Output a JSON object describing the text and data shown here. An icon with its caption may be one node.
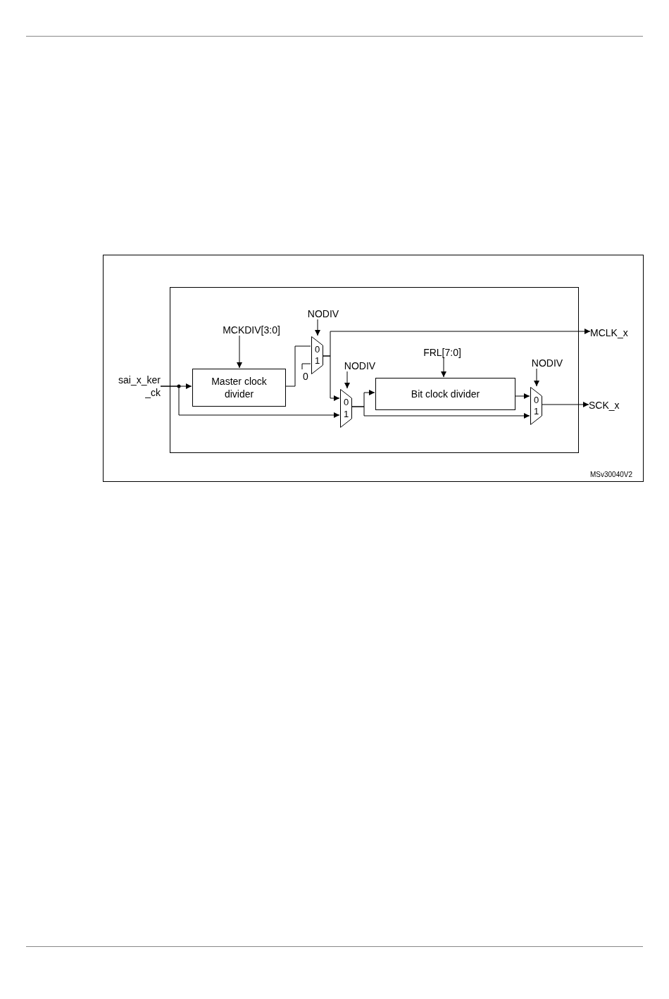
{
  "diagram": {
    "nodes": [
      {
        "text": [],
        "shape": "box"
      },
      {
        "text": [
          "sai_x_ker _ck"
        ]
      },
      {
        "text": [
          "MCKDIV[3:0]"
        ],
        "in": 0
      },
      {
        "text": [
          "Master clock divider"
        ],
        "in": 0
      },
      {
        "text": [
          "NODIV"
        ],
        "in": 0
      },
      {
        "text": [
          "0",
          "1"
        ],
        "in": 0
      },
      {
        "text": [
          "0"
        ],
        "in": 0
      },
      {
        "text": [
          "NODIV"
        ],
        "in": 0
      },
      {
        "text": [
          "0",
          "1"
        ],
        "in": 0
      },
      {
        "text": [
          "FRL[7:0]"
        ],
        "in": 0
      },
      {
        "text": [
          "Bit clock divider"
        ],
        "in": 0
      },
      {
        "text": [
          "NODIV"
        ],
        "in": 0
      },
      {
        "text": [
          "0",
          "1"
        ],
        "in": 0
      },
      {
        "text": [
          "MCLK_x"
        ]
      },
      {
        "text": [
          "SCK_x"
        ]
      }
    ],
    "edges": [
      {
        "from": 1,
        "to": 3,
        "arrow": "to"
      },
      {
        "from": 1,
        "to": 8,
        "arrow": "to"
      },
      {
        "from": 2,
        "to": 3,
        "arrow": "to"
      },
      {
        "from": 3,
        "to": 5,
        "arrow": "none"
      },
      {
        "from": 6,
        "to": 5,
        "arrow": "none"
      },
      {
        "from": 4,
        "to": 5,
        "arrow": "to"
      },
      {
        "from": 5,
        "to": 13,
        "arrow": "to"
      },
      {
        "from": 5,
        "to": 8,
        "arrow": "to"
      },
      {
        "from": 7,
        "to": 8,
        "arrow": "to"
      },
      {
        "from": 8,
        "to": 10,
        "arrow": "to"
      },
      {
        "from": 8,
        "to": 12,
        "arrow": "to"
      },
      {
        "from": 9,
        "to": 10,
        "arrow": "to"
      },
      {
        "from": 10,
        "to": 12,
        "arrow": "to"
      },
      {
        "from": 11,
        "to": 12,
        "arrow": "to"
      },
      {
        "from": 12,
        "to": 14,
        "arrow": "to"
      }
    ],
    "labels": [
      "MSv30040V2"
    ]
  }
}
